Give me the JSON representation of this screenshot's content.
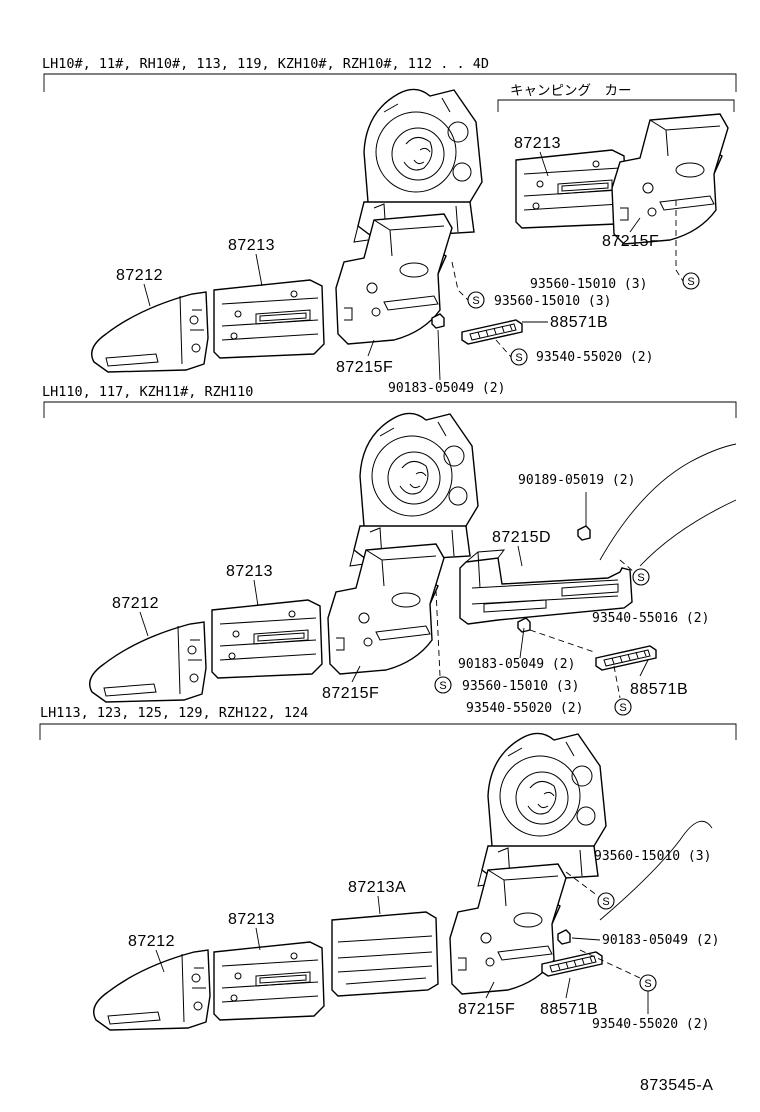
{
  "sections": [
    {
      "title": "LH10#, 11#, RH10#, 113, 119, KZH10#, RZH10#, 112 . . 4D",
      "subtitle": "キャンピング　カー",
      "labels": {
        "p87213_sub": "87213",
        "p87215f_sub": "87215F",
        "screw_sub": "93560-15010 (3)",
        "p87213": "87213",
        "p87212": "87212",
        "screw1": "93560-15010 (3)",
        "p88571b": "88571B",
        "screw2": "93540-55020 (2)",
        "p87215f": "87215F",
        "clip": "90183-05049 (2)"
      }
    },
    {
      "title": "LH110, 117, KZH11#, RZH110",
      "labels": {
        "clip_top": "90189-05019 (2)",
        "p87215d": "87215D",
        "p87213": "87213",
        "p87212": "87212",
        "screw_right": "93540-55016 (2)",
        "clip": "90183-05049 (2)",
        "p87215f": "87215F",
        "screw1": "93560-15010 (3)",
        "p88571b": "88571B",
        "screw2": "93540-55020 (2)"
      }
    },
    {
      "title": "LH113, 123, 125, 129, RZH122, 124",
      "labels": {
        "screw1": "93560-15010 (3)",
        "p87213a": "87213A",
        "p87213": "87213",
        "clip": "90183-05049 (2)",
        "p87212": "87212",
        "p87215f": "87215F",
        "p88571b": "88571B",
        "screw2": "93540-55020 (2)"
      }
    }
  ],
  "symbol": "S",
  "catalog_no": "873545-A"
}
